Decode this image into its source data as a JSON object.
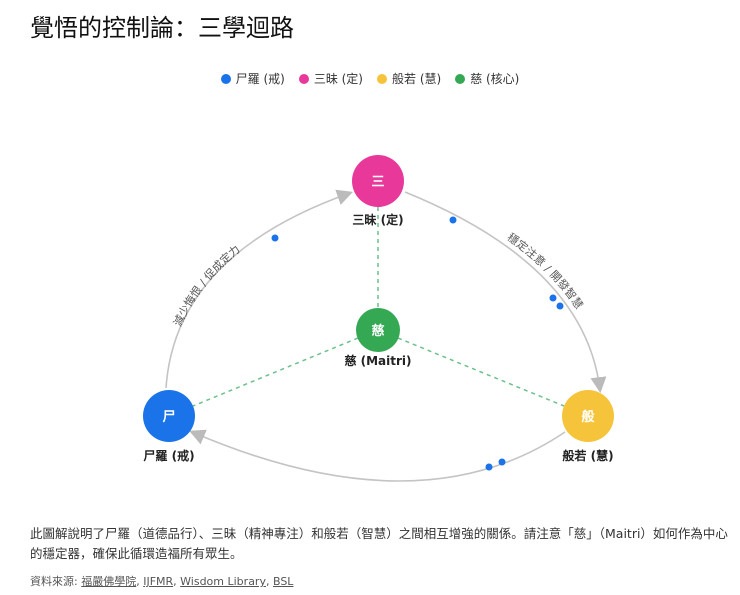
{
  "title": "覺悟的控制論：三學迴路",
  "legend": [
    {
      "label": "尸羅 (戒)",
      "color": "#1a73e8"
    },
    {
      "label": "三昧 (定)",
      "color": "#e8399a"
    },
    {
      "label": "般若 (慧)",
      "color": "#f6c43a"
    },
    {
      "label": "慈 (核心)",
      "color": "#34a853"
    }
  ],
  "nodes": {
    "sila": {
      "glyph": "尸",
      "label": "尸羅 (戒)",
      "color": "#1a73e8"
    },
    "samadhi": {
      "glyph": "三",
      "label": "三昧 (定)",
      "color": "#e8399a"
    },
    "prajna": {
      "glyph": "般",
      "label": "般若 (慧)",
      "color": "#f6c43a"
    },
    "maitri": {
      "glyph": "慈",
      "label": "慈 (Maitri)",
      "color": "#34a853"
    }
  },
  "edges": {
    "sila_samadhi": "減少悔恨 / 促成定力",
    "samadhi_prajna": "穩定注意 / 開發智慧"
  },
  "description": "此圖解說明了尸羅（道德品行）、三昧（精神專注）和般若（智慧）之間相互增強的關係。請注意「慈」（Maitri）如何作為中心的穩定器，確保此循環造福所有眾生。",
  "sources": {
    "prefix": "資料來源: ",
    "links": [
      "福嚴佛學院",
      "IJFMR",
      "Wisdom Library",
      "BSL"
    ]
  }
}
